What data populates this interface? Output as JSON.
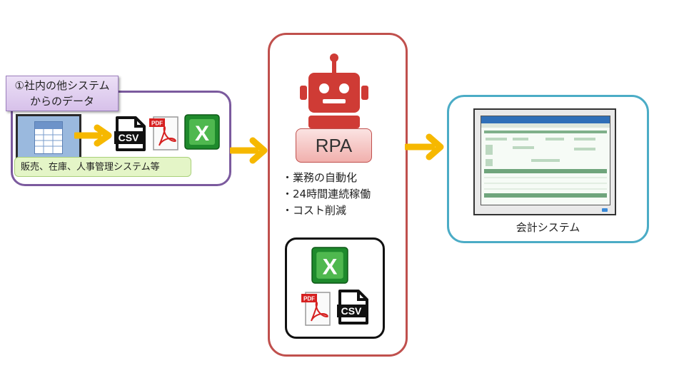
{
  "source": {
    "title_line1": "①社内の他システム",
    "title_line2": "からのデータ",
    "caption": "販売、在庫、人事管理システム等"
  },
  "rpa": {
    "label": "RPA",
    "bullets": [
      "・業務の自動化",
      "・24時間連続稼働",
      "・コスト削減"
    ]
  },
  "files": {
    "csv": "CSV",
    "pdf": "PDF",
    "excel": "X"
  },
  "accounting": {
    "label": "会計システム"
  },
  "colors": {
    "source_border": "#7b5a9e",
    "rpa_border": "#c0504d",
    "accounting_border": "#4bacc6",
    "arrow": "#f6b800",
    "robot": "#cf3b35",
    "excel_green": "#1e8a2c"
  }
}
